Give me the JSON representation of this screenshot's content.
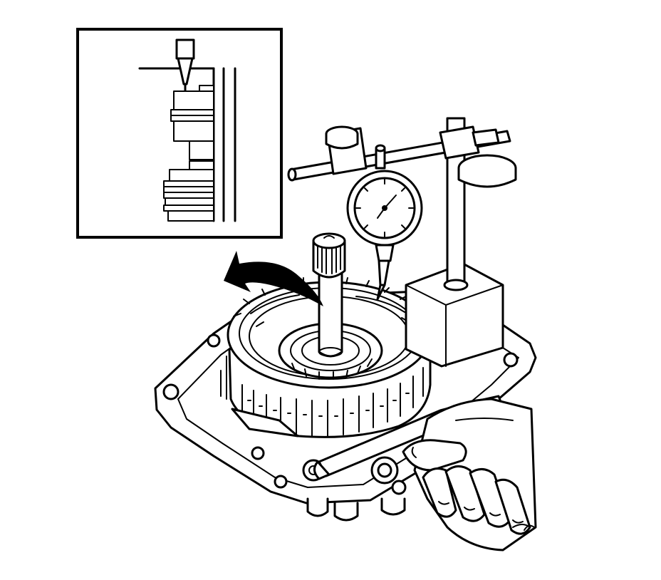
{
  "illustration": {
    "parts": [
      {
        "name": "detail-inset"
      },
      {
        "name": "dial-indicator"
      },
      {
        "name": "magnetic-base"
      },
      {
        "name": "shaft"
      },
      {
        "name": "clutch-housing"
      },
      {
        "name": "transmission-case"
      },
      {
        "name": "hand"
      },
      {
        "name": "pry-bar"
      },
      {
        "name": "direction-arrow"
      }
    ],
    "colors": {
      "line": "#000000",
      "background": "#ffffff"
    }
  }
}
